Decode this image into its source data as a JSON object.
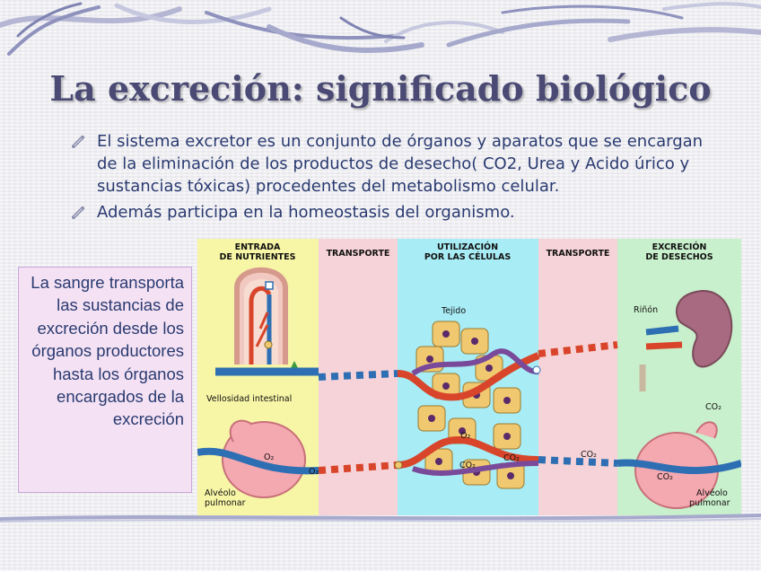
{
  "slide": {
    "title": "La excreción: significado biológico",
    "bullets": [
      "El sistema excretor es un conjunto de órganos y aparatos que se encargan de la eliminación de los productos de desecho( CO2, Urea y Acido úrico y sustancias tóxicas) procedentes del metabolismo celular.",
      "Además participa en la homeostasis del organismo."
    ],
    "sidebox_text": "La sangre transporta las sustancias de excreción desde los órganos productores hasta los órganos encargados de la excreción"
  },
  "diagram": {
    "columns": {
      "entrada_line1": "ENTRADA",
      "entrada_line2": "DE NUTRIENTES",
      "transporte_1": "TRANSPORTE",
      "utilizacion_line1": "UTILIZACIÓN",
      "utilizacion_line2": "POR LAS CÉLULAS",
      "transporte_2": "TRANSPORTE",
      "excrecion_line1": "EXCRECIÓN",
      "excrecion_line2": "DE DESECHOS"
    },
    "labels": {
      "vellosidad": "Vellosidad intestinal",
      "tejido": "Tejido",
      "rinon": "Riñón",
      "alveolo_left_line1": "Alvéolo",
      "alveolo_left_line2": "pulmonar",
      "alveolo_right_line1": "Alvéolo",
      "alveolo_right_line2": "pulmonar",
      "co2_out": "CO₂",
      "o2_alveolus": "O₂",
      "o2_vessel": "O₂",
      "o2_cells": "O₂",
      "co2_cells": "CO₂",
      "co2_vessel_1": "CO₂",
      "co2_vessel_2": "CO₂",
      "co2_alveolus": "CO₂"
    },
    "colors": {
      "entrada_bg": "#f7f5a6",
      "transporte_bg": "#f6d3d8",
      "utilizacion_bg": "#a8ecf5",
      "excrecion_bg": "#c8f0cc",
      "artery": "#d8452a",
      "vein": "#2e6fb3",
      "cell": "#f0c870",
      "nucleus": "#5a2a6a"
    }
  }
}
